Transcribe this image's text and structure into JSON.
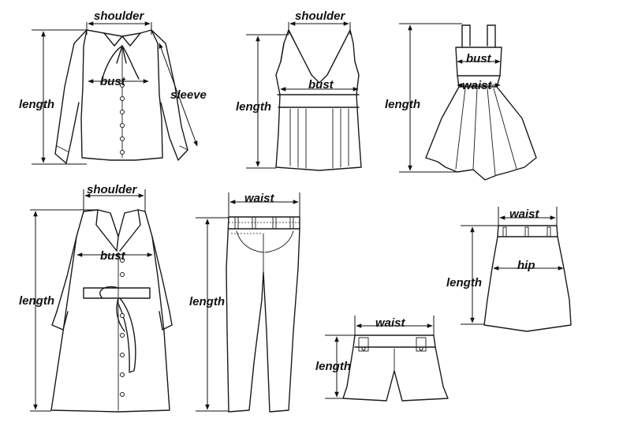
{
  "garments": [
    {
      "id": "blouse",
      "labels": {
        "shoulder": "shoulder",
        "bust": "bust",
        "length": "length",
        "sleeve": "sleeve"
      }
    },
    {
      "id": "tank-top",
      "labels": {
        "shoulder": "shoulder",
        "bust": "bust",
        "length": "length"
      }
    },
    {
      "id": "sundress",
      "labels": {
        "bust": "bust",
        "waist": "waist",
        "length": "length"
      }
    },
    {
      "id": "trench-coat",
      "labels": {
        "shoulder": "shoulder",
        "bust": "bust",
        "length": "length"
      }
    },
    {
      "id": "trousers",
      "labels": {
        "waist": "waist",
        "length": "length"
      }
    },
    {
      "id": "shorts",
      "labels": {
        "waist": "waist",
        "length": "length"
      }
    },
    {
      "id": "skirt",
      "labels": {
        "waist": "waist",
        "hip": "hip",
        "length": "length"
      }
    }
  ]
}
